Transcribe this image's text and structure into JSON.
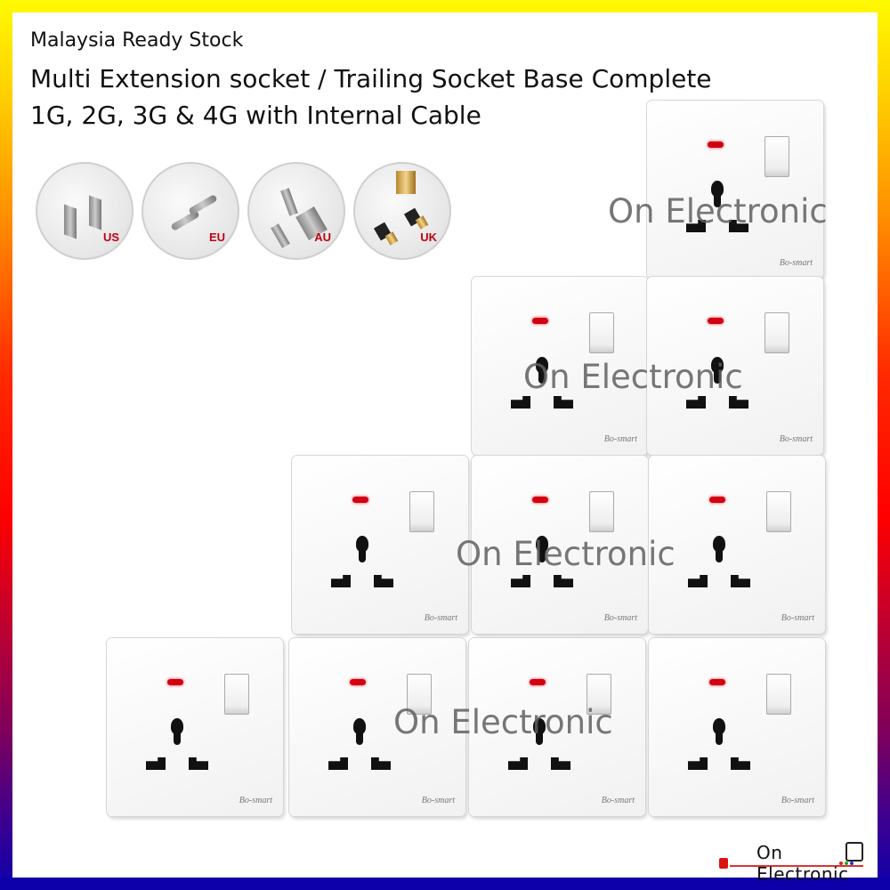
{
  "header": {
    "line1": "Malaysia Ready Stock",
    "line2": "Multi Extension socket / Trailing Socket Base Complete",
    "line3": "1G, 2G, 3G & 4G with Internal Cable"
  },
  "plug_types": [
    {
      "label": "US",
      "icon": "us-plug-icon"
    },
    {
      "label": "EU",
      "icon": "eu-plug-icon"
    },
    {
      "label": "AU",
      "icon": "au-plug-icon"
    },
    {
      "label": "UK",
      "icon": "uk-plug-icon"
    }
  ],
  "sockets": {
    "brand": "Bo-smart",
    "rows": [
      {
        "gang": "1G",
        "count": 1
      },
      {
        "gang": "2G",
        "count": 2
      },
      {
        "gang": "3G",
        "count": 3
      },
      {
        "gang": "4G",
        "count": 4
      }
    ]
  },
  "watermark": "On Electronic",
  "logo": {
    "text": "On Electronic"
  },
  "colors": {
    "border_top": "#fffa00",
    "border_middle": "#ff0000",
    "border_bottom": "#0d00ab",
    "led": "#d10012",
    "plug_label": "#c00010"
  }
}
